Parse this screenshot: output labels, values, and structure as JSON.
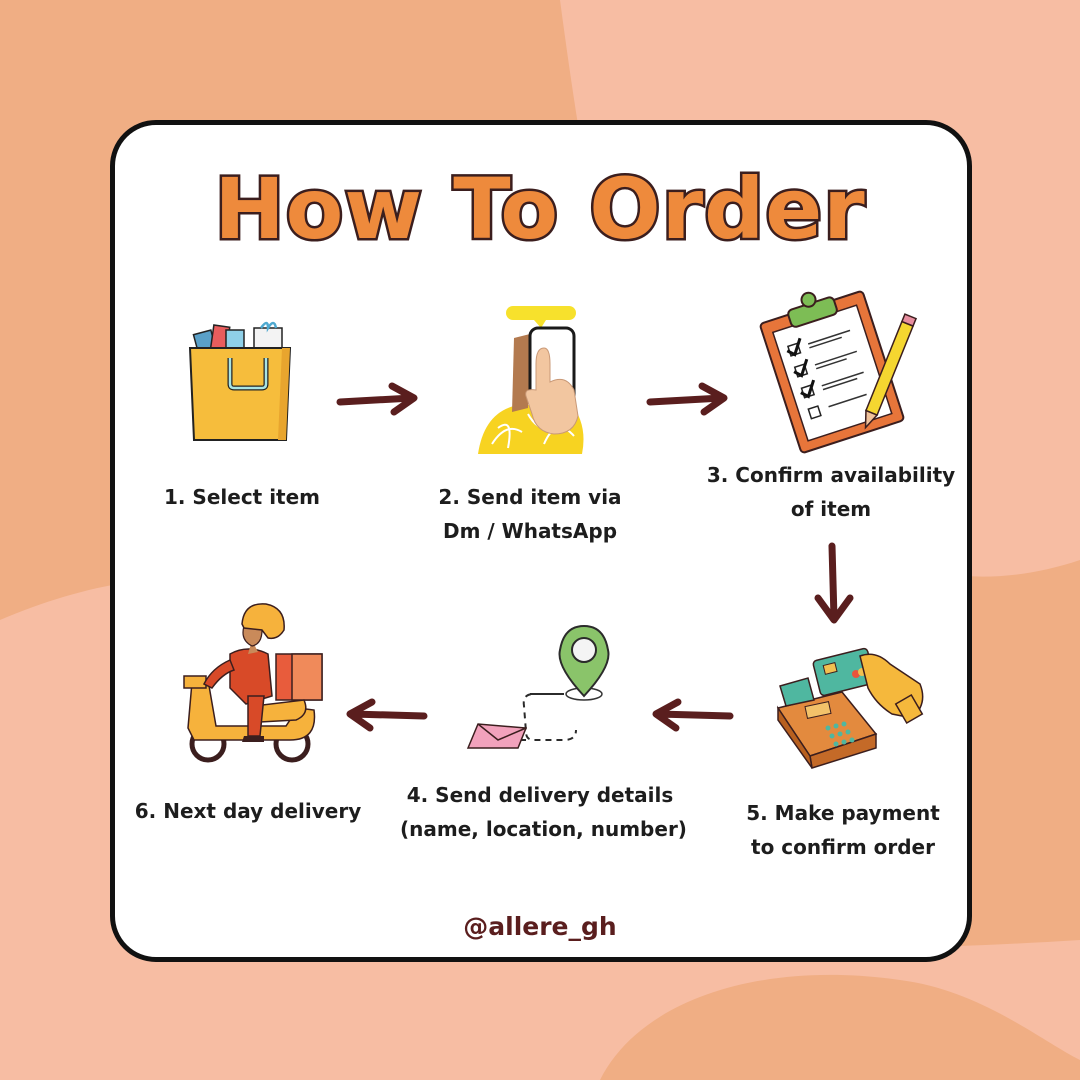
{
  "title": "How To Order",
  "steps": [
    {
      "number": "1.",
      "lines": [
        "Select item"
      ],
      "icon": "shopping-bag-icon"
    },
    {
      "number": "2.",
      "lines": [
        "Send item via",
        "Dm / WhatsApp"
      ],
      "icon": "phone-tap-icon"
    },
    {
      "number": "3.",
      "lines": [
        "Confirm availability",
        "of item"
      ],
      "icon": "clipboard-checklist-icon"
    },
    {
      "number": "4.",
      "lines": [
        "Send delivery details",
        "(name, location, number)"
      ],
      "icon": "location-pin-icon"
    },
    {
      "number": "5.",
      "lines": [
        "Make payment",
        "to confirm order"
      ],
      "icon": "card-payment-icon"
    },
    {
      "number": "6.",
      "lines": [
        "Next day delivery"
      ],
      "icon": "delivery-scooter-icon"
    }
  ],
  "handle": "@allere_gh",
  "colors": {
    "background": "#f0ae84",
    "background_light": "#f7bda3",
    "title_fill": "#ee8a3c",
    "title_outline": "#3b1e1e",
    "arrow": "#5a1e1e",
    "handle": "#5a1e1e"
  }
}
